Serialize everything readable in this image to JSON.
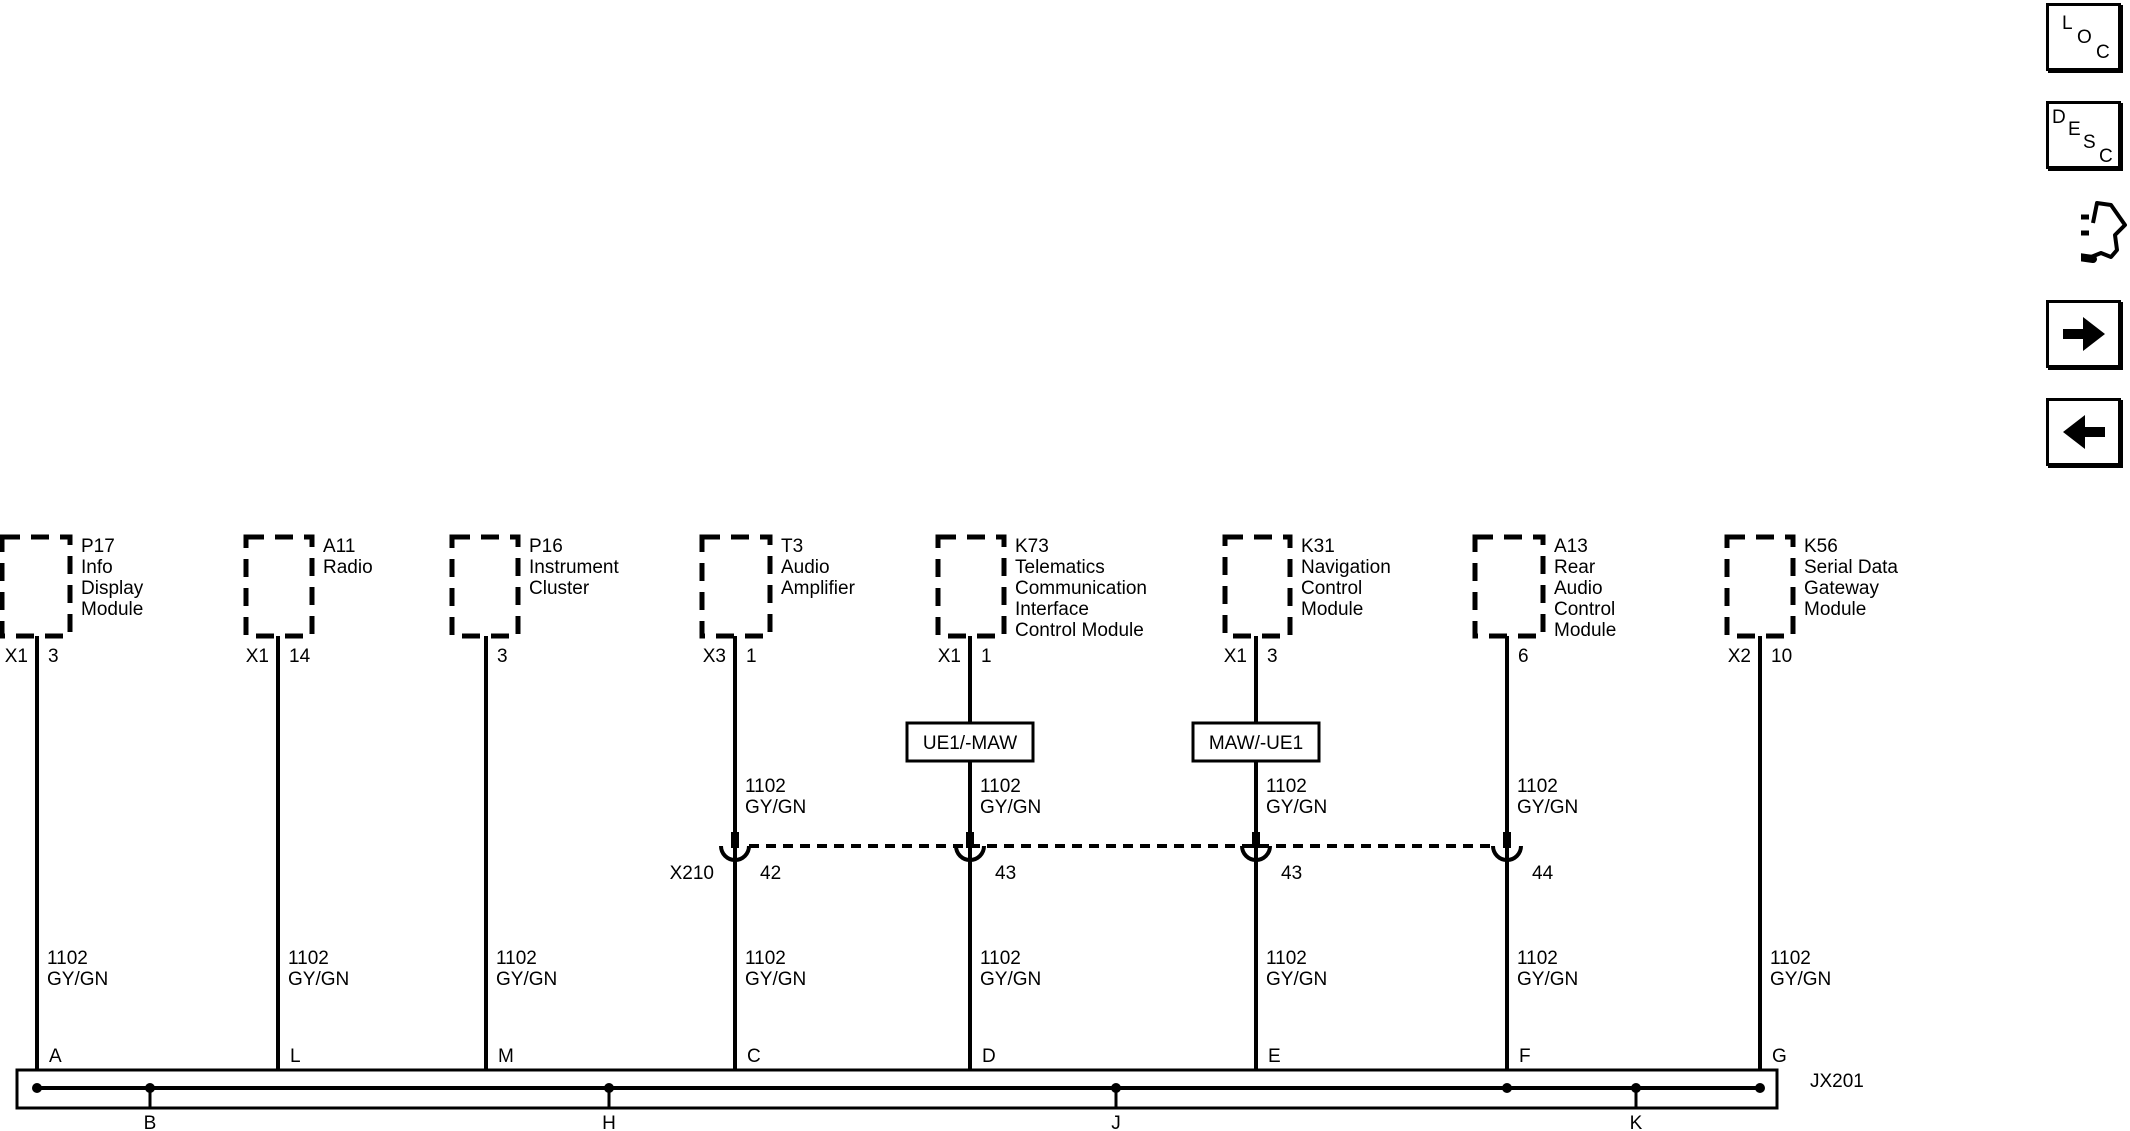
{
  "nav_buttons": {
    "loc": [
      "L",
      "O",
      "C"
    ],
    "desc": [
      "D",
      "E",
      "S",
      "C"
    ],
    "connector_icon": "connector-wrench-icon",
    "next_icon": "arrow-right-icon",
    "prev_icon": "arrow-left-icon"
  },
  "modules": [
    {
      "id": "p17",
      "name": [
        "P17",
        "Info",
        "Display",
        "Module"
      ],
      "connector": "X1",
      "pin": "3",
      "splice_pin": "A",
      "wire": [
        "1102",
        "GY/GN"
      ],
      "inline": null
    },
    {
      "id": "a11",
      "name": [
        "A11",
        "Radio"
      ],
      "connector": "X1",
      "pin": "14",
      "splice_pin": "L",
      "wire": [
        "1102",
        "GY/GN"
      ],
      "inline": null
    },
    {
      "id": "p16",
      "name": [
        "P16",
        "Instrument",
        "Cluster"
      ],
      "connector": "",
      "pin": "3",
      "splice_pin": "M",
      "wire": [
        "1102",
        "GY/GN"
      ],
      "inline": null
    },
    {
      "id": "t3",
      "name": [
        "T3",
        "Audio",
        "Amplifier"
      ],
      "connector": "X3",
      "pin": "1",
      "splice_pin": "C",
      "wire": [
        "1102",
        "GY/GN"
      ],
      "inline": {
        "wire": [
          "1102",
          "GY/GN"
        ],
        "pin": "42",
        "option": ""
      }
    },
    {
      "id": "k73",
      "name": [
        "K73",
        "Telematics",
        "Communication",
        "Interface",
        "Control Module"
      ],
      "connector": "X1",
      "pin": "1",
      "splice_pin": "D",
      "wire": [
        "1102",
        "GY/GN"
      ],
      "inline": {
        "wire": [
          "1102",
          "GY/GN"
        ],
        "pin": "43",
        "option": "UE1/-MAW"
      }
    },
    {
      "id": "k31",
      "name": [
        "K31",
        "Navigation",
        "Control",
        "Module"
      ],
      "connector": "X1",
      "pin": "3",
      "splice_pin": "E",
      "wire": [
        "1102",
        "GY/GN"
      ],
      "inline": {
        "wire": [
          "1102",
          "GY/GN"
        ],
        "pin": "43",
        "option": "MAW/-UE1"
      }
    },
    {
      "id": "a13",
      "name": [
        "A13",
        "Rear",
        "Audio",
        "Control",
        "Module"
      ],
      "connector": "",
      "pin": "6",
      "splice_pin": "F",
      "wire": [
        "1102",
        "GY/GN"
      ],
      "inline": {
        "wire": [
          "1102",
          "GY/GN"
        ],
        "pin": "44",
        "option": ""
      }
    },
    {
      "id": "k56",
      "name": [
        "K56",
        "Serial Data",
        "Gateway",
        "Module"
      ],
      "connector": "X2",
      "pin": "10",
      "splice_pin": "G",
      "wire": [
        "1102",
        "GY/GN"
      ],
      "inline": null
    }
  ],
  "inline_connector": "X210",
  "splice_pack": {
    "name": "JX201",
    "bottom_pins": [
      "B",
      "H",
      "J",
      "K"
    ]
  }
}
